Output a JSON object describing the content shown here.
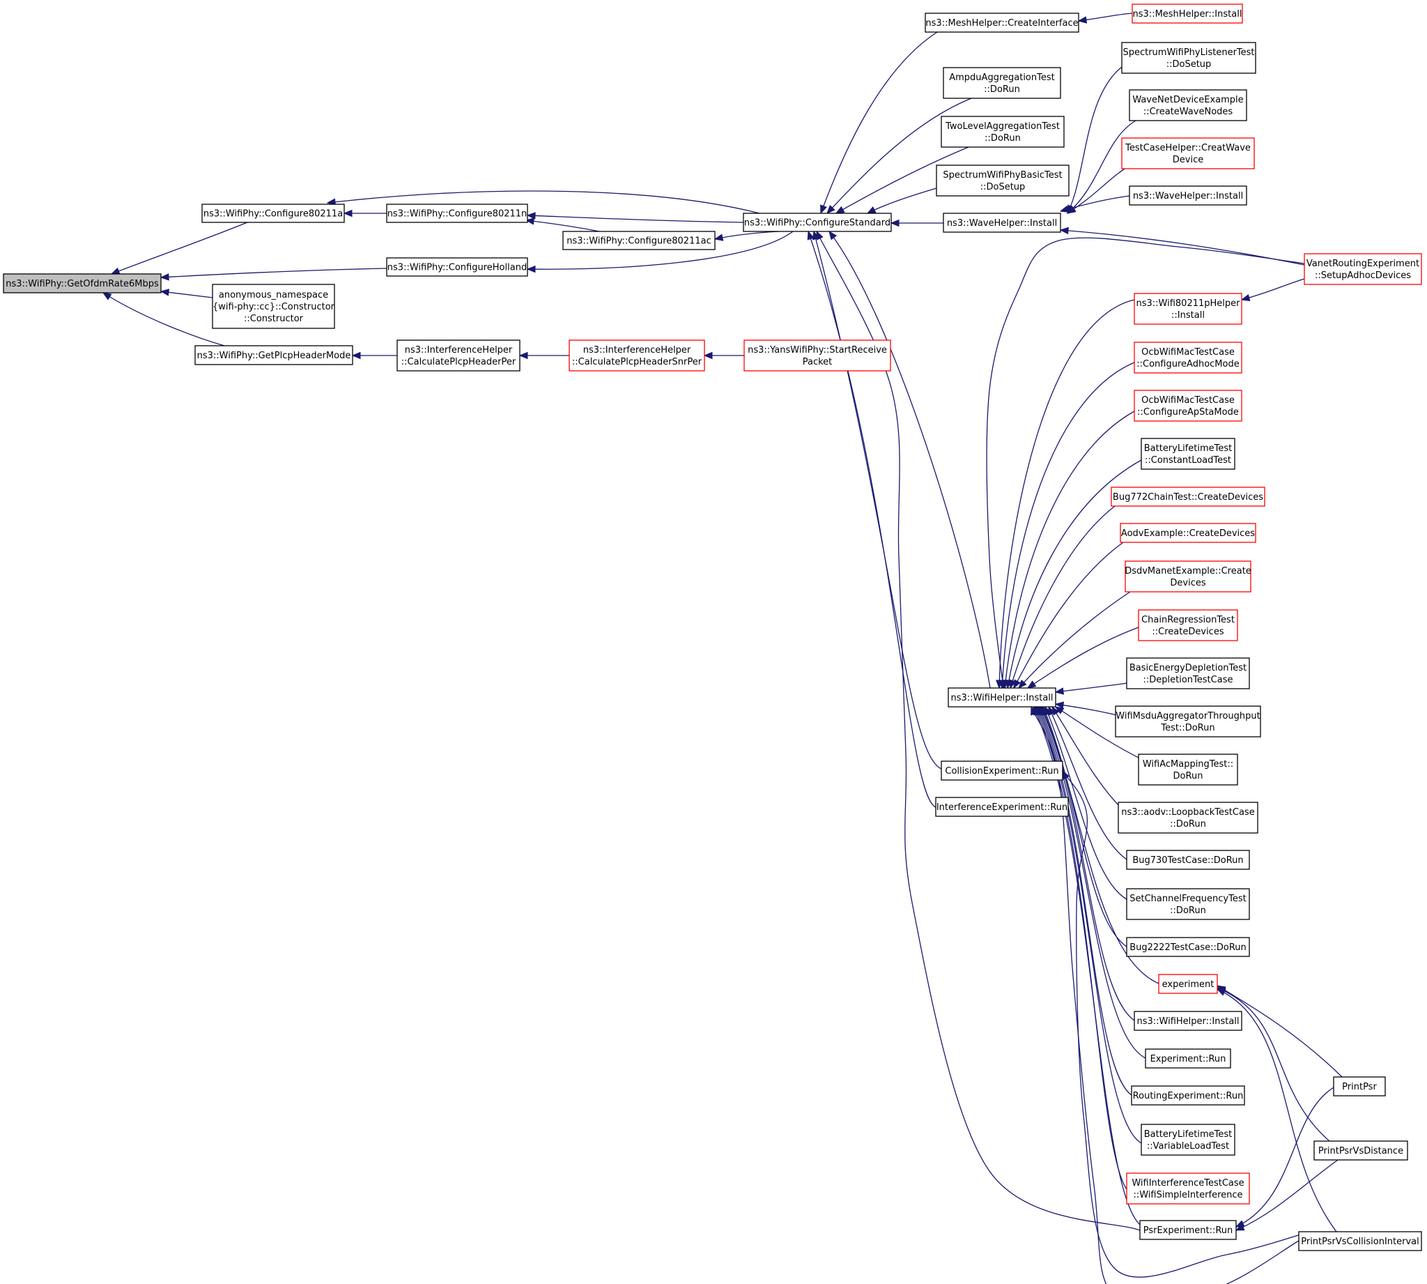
{
  "colors": {
    "edge": "#191970",
    "border_default": "#000000",
    "border_truncated": "#ff0000",
    "fill_focus": "#bfbfbf",
    "fill_default": "#ffffff"
  },
  "nodes": [
    {
      "id": "getofdm",
      "lines": [
        "ns3::WifiPhy::GetOfdmRate6Mbps"
      ],
      "style": "focus"
    },
    {
      "id": "cfg80211a",
      "lines": [
        "ns3::WifiPhy::Configure80211a"
      ],
      "style": "normal"
    },
    {
      "id": "anon",
      "lines": [
        "anonymous_namespace",
        "{wifi-phy::cc}::Constructor",
        "::Constructor"
      ],
      "style": "normal"
    },
    {
      "id": "getplcp",
      "lines": [
        "ns3::WifiPhy::GetPlcpHeaderMode"
      ],
      "style": "normal"
    },
    {
      "id": "cfg80211n",
      "lines": [
        "ns3::WifiPhy::Configure80211n"
      ],
      "style": "normal"
    },
    {
      "id": "cfgholland",
      "lines": [
        "ns3::WifiPhy::ConfigureHolland"
      ],
      "style": "normal"
    },
    {
      "id": "calcper",
      "lines": [
        "ns3::InterferenceHelper",
        "::CalculatePlcpHeaderPer"
      ],
      "style": "normal"
    },
    {
      "id": "cfg80211ac",
      "lines": [
        "ns3::WifiPhy::Configure80211ac"
      ],
      "style": "normal"
    },
    {
      "id": "calcsnr",
      "lines": [
        "ns3::InterferenceHelper",
        "::CalculatePlcpHeaderSnrPer"
      ],
      "style": "truncated"
    },
    {
      "id": "cfgstd",
      "lines": [
        "ns3::WifiPhy::ConfigureStandard"
      ],
      "style": "normal"
    },
    {
      "id": "yans",
      "lines": [
        "ns3::YansWifiPhy::StartReceive",
        "Packet"
      ],
      "style": "truncated"
    },
    {
      "id": "meshci",
      "lines": [
        "ns3::MeshHelper::CreateInterface"
      ],
      "style": "normal"
    },
    {
      "id": "ampdu",
      "lines": [
        "AmpduAggregationTest",
        "::DoRun"
      ],
      "style": "normal"
    },
    {
      "id": "twolevel",
      "lines": [
        "TwoLevelAggregationTest",
        "::DoRun"
      ],
      "style": "normal"
    },
    {
      "id": "specbasic",
      "lines": [
        "SpectrumWifiPhyBasicTest",
        "::DoSetup"
      ],
      "style": "normal"
    },
    {
      "id": "wavehi",
      "lines": [
        "ns3::WaveHelper::Install"
      ],
      "style": "normal"
    },
    {
      "id": "wifihi",
      "lines": [
        "ns3::WifiHelper::Install"
      ],
      "style": "normal"
    },
    {
      "id": "collision",
      "lines": [
        "CollisionExperiment::Run"
      ],
      "style": "normal"
    },
    {
      "id": "interfexp",
      "lines": [
        "InterferenceExperiment::Run"
      ],
      "style": "normal"
    },
    {
      "id": "meshinst",
      "lines": [
        "ns3::MeshHelper::Install"
      ],
      "style": "truncated"
    },
    {
      "id": "speclist",
      "lines": [
        "SpectrumWifiPhyListenerTest",
        "::DoSetup"
      ],
      "style": "normal"
    },
    {
      "id": "wavenet",
      "lines": [
        "WaveNetDeviceExample",
        "::CreateWaveNodes"
      ],
      "style": "normal"
    },
    {
      "id": "tchelper",
      "lines": [
        "TestCaseHelper::CreatWave",
        "Device"
      ],
      "style": "truncated"
    },
    {
      "id": "wavehi2",
      "lines": [
        "ns3::WaveHelper::Install"
      ],
      "style": "normal"
    },
    {
      "id": "vanet",
      "lines": [
        "VanetRoutingExperiment",
        "::SetupAdhocDevices"
      ],
      "style": "truncated"
    },
    {
      "id": "wifi80211p",
      "lines": [
        "ns3::Wifi80211pHelper",
        "::Install"
      ],
      "style": "truncated"
    },
    {
      "id": "ocbadhoc",
      "lines": [
        "OcbWifiMacTestCase",
        "::ConfigureAdhocMode"
      ],
      "style": "truncated"
    },
    {
      "id": "ocbapsta",
      "lines": [
        "OcbWifiMacTestCase",
        "::ConfigureApStaMode"
      ],
      "style": "truncated"
    },
    {
      "id": "battconst",
      "lines": [
        "BatteryLifetimeTest",
        "::ConstantLoadTest"
      ],
      "style": "normal"
    },
    {
      "id": "bug772",
      "lines": [
        "Bug772ChainTest::CreateDevices"
      ],
      "style": "truncated"
    },
    {
      "id": "aodvex",
      "lines": [
        "AodvExample::CreateDevices"
      ],
      "style": "truncated"
    },
    {
      "id": "dsdv",
      "lines": [
        "DsdvManetExample::Create",
        "Devices"
      ],
      "style": "truncated"
    },
    {
      "id": "chainreg",
      "lines": [
        "ChainRegressionTest",
        "::CreateDevices"
      ],
      "style": "truncated"
    },
    {
      "id": "basicenergy",
      "lines": [
        "BasicEnergyDepletionTest",
        "::DepletionTestCase"
      ],
      "style": "normal"
    },
    {
      "id": "msdu",
      "lines": [
        "WifiMsduAggregatorThroughput",
        "Test::DoRun"
      ],
      "style": "normal"
    },
    {
      "id": "acmap",
      "lines": [
        "WifiAcMappingTest::",
        "DoRun"
      ],
      "style": "normal"
    },
    {
      "id": "loopback",
      "lines": [
        "ns3::aodv::LoopbackTestCase",
        "::DoRun"
      ],
      "style": "normal"
    },
    {
      "id": "bug730",
      "lines": [
        "Bug730TestCase::DoRun"
      ],
      "style": "normal"
    },
    {
      "id": "setchan",
      "lines": [
        "SetChannelFrequencyTest",
        "::DoRun"
      ],
      "style": "normal"
    },
    {
      "id": "bug2222",
      "lines": [
        "Bug2222TestCase::DoRun"
      ],
      "style": "normal"
    },
    {
      "id": "experiment",
      "lines": [
        "experiment"
      ],
      "style": "truncated"
    },
    {
      "id": "wifihi2",
      "lines": [
        "ns3::WifiHelper::Install"
      ],
      "style": "normal"
    },
    {
      "id": "exprun",
      "lines": [
        "Experiment::Run"
      ],
      "style": "normal"
    },
    {
      "id": "routing",
      "lines": [
        "RoutingExperiment::Run"
      ],
      "style": "normal"
    },
    {
      "id": "battvar",
      "lines": [
        "BatteryLifetimeTest",
        "::VariableLoadTest"
      ],
      "style": "normal"
    },
    {
      "id": "wifiinterf",
      "lines": [
        "WifiInterferenceTestCase",
        "::WifiSimpleInterference"
      ],
      "style": "truncated"
    },
    {
      "id": "psrexp",
      "lines": [
        "PsrExperiment::Run"
      ],
      "style": "normal"
    },
    {
      "id": "printpsr",
      "lines": [
        "PrintPsr"
      ],
      "style": "normal"
    },
    {
      "id": "printpsrdist",
      "lines": [
        "PrintPsrVsDistance"
      ],
      "style": "normal"
    },
    {
      "id": "printpsrcoll",
      "lines": [
        "PrintPsrVsCollisionInterval"
      ],
      "style": "normal"
    }
  ],
  "edges": [
    {
      "from": "cfg80211a",
      "to": "getofdm"
    },
    {
      "from": "cfgholland",
      "to": "getofdm"
    },
    {
      "from": "anon",
      "to": "getofdm"
    },
    {
      "from": "getplcp",
      "to": "getofdm"
    },
    {
      "from": "cfg80211n",
      "to": "cfg80211a"
    },
    {
      "from": "cfgstd",
      "to": "cfg80211a"
    },
    {
      "from": "cfgstd",
      "to": "cfg80211n"
    },
    {
      "from": "cfg80211ac",
      "to": "cfg80211n"
    },
    {
      "from": "cfgstd",
      "to": "cfg80211ac"
    },
    {
      "from": "cfgstd",
      "to": "cfgholland"
    },
    {
      "from": "calcper",
      "to": "getplcp"
    },
    {
      "from": "calcsnr",
      "to": "calcper"
    },
    {
      "from": "yans",
      "to": "calcsnr"
    },
    {
      "from": "meshci",
      "to": "cfgstd"
    },
    {
      "from": "ampdu",
      "to": "cfgstd"
    },
    {
      "from": "twolevel",
      "to": "cfgstd"
    },
    {
      "from": "specbasic",
      "to": "cfgstd"
    },
    {
      "from": "wavehi",
      "to": "cfgstd"
    },
    {
      "from": "wifihi",
      "to": "cfgstd"
    },
    {
      "from": "collision",
      "to": "cfgstd"
    },
    {
      "from": "interfexp",
      "to": "cfgstd"
    },
    {
      "from": "psrexp",
      "to": "cfgstd"
    },
    {
      "from": "meshinst",
      "to": "meshci"
    },
    {
      "from": "speclist",
      "to": "wavehi"
    },
    {
      "from": "wavenet",
      "to": "wavehi"
    },
    {
      "from": "tchelper",
      "to": "wavehi"
    },
    {
      "from": "wavehi2",
      "to": "wavehi"
    },
    {
      "from": "vanet",
      "to": "wavehi"
    },
    {
      "from": "vanet",
      "to": "wifihi"
    },
    {
      "from": "wifi80211p",
      "to": "wifihi"
    },
    {
      "from": "ocbadhoc",
      "to": "wifihi"
    },
    {
      "from": "ocbapsta",
      "to": "wifihi"
    },
    {
      "from": "battconst",
      "to": "wifihi"
    },
    {
      "from": "bug772",
      "to": "wifihi"
    },
    {
      "from": "aodvex",
      "to": "wifihi"
    },
    {
      "from": "dsdv",
      "to": "wifihi"
    },
    {
      "from": "chainreg",
      "to": "wifihi"
    },
    {
      "from": "basicenergy",
      "to": "wifihi"
    },
    {
      "from": "msdu",
      "to": "wifihi"
    },
    {
      "from": "acmap",
      "to": "wifihi"
    },
    {
      "from": "loopback",
      "to": "wifihi"
    },
    {
      "from": "bug730",
      "to": "wifihi"
    },
    {
      "from": "setchan",
      "to": "wifihi"
    },
    {
      "from": "bug2222",
      "to": "wifihi"
    },
    {
      "from": "experiment",
      "to": "wifihi"
    },
    {
      "from": "wifihi2",
      "to": "wifihi"
    },
    {
      "from": "exprun",
      "to": "wifihi"
    },
    {
      "from": "routing",
      "to": "wifihi"
    },
    {
      "from": "battvar",
      "to": "wifihi"
    },
    {
      "from": "wifiinterf",
      "to": "wifihi"
    },
    {
      "from": "psrexp",
      "to": "wifihi"
    },
    {
      "from": "printpsrcoll",
      "to": "wifihi"
    },
    {
      "from": "printpsrcoll",
      "to": "collision"
    },
    {
      "from": "vanet",
      "to": "wifi80211p"
    },
    {
      "from": "printpsr",
      "to": "experiment"
    },
    {
      "from": "printpsrdist",
      "to": "experiment"
    },
    {
      "from": "printpsrcoll",
      "to": "experiment"
    },
    {
      "from": "printpsr",
      "to": "psrexp"
    },
    {
      "from": "printpsrdist",
      "to": "psrexp"
    }
  ]
}
